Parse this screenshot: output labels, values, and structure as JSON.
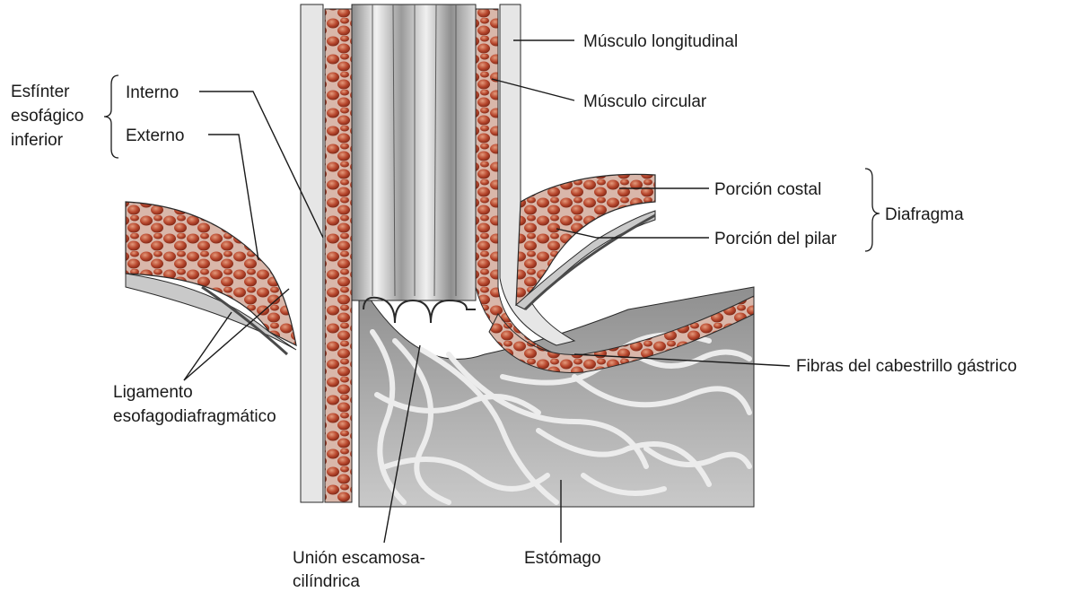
{
  "colors": {
    "muscle": "#b8482e",
    "muscle_dark": "#7a2414",
    "muscle_highlight": "#e08a6a",
    "tissue_gray": "#bdbdbd",
    "mucosa_light": "#e9e9e9",
    "stomach_bg": "#a9a9a9",
    "outline": "#2a2a2a"
  },
  "labels": {
    "sphincter_group": [
      "Esfínter",
      "esofágico",
      "inferior"
    ],
    "internal": "Interno",
    "external": "Externo",
    "longitudinal_muscle": "Músculo longitudinal",
    "circular_muscle": "Músculo circular",
    "costal_portion": "Porción costal",
    "crural_portion": "Porción del pilar",
    "diaphragm": "Diafragma",
    "sling_fibers": "Fibras del cabestrillo gástrico",
    "ligament": [
      "Ligamento",
      "esofagodiafragmático"
    ],
    "squamocolumnar_junction": [
      "Unión escamosa-",
      "cilíndrica"
    ],
    "stomach": "Estómago"
  }
}
